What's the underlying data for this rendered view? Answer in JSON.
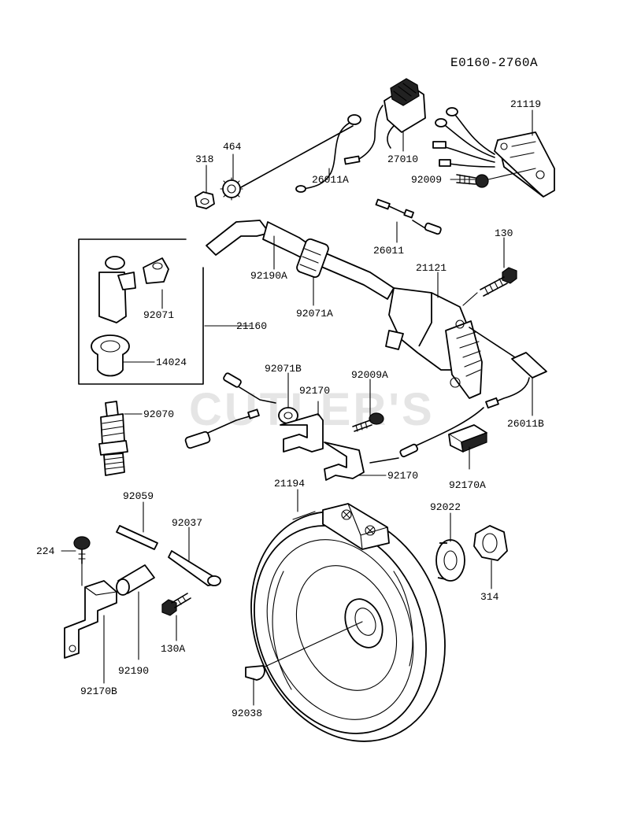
{
  "diagram_ref": "E0160-2760A",
  "watermark": "CUTLER'S",
  "parts": [
    {
      "id": "p318",
      "label": "318"
    },
    {
      "id": "p464",
      "label": "464"
    },
    {
      "id": "p26011A",
      "label": "26011A"
    },
    {
      "id": "p27010",
      "label": "27010"
    },
    {
      "id": "p21119",
      "label": "21119"
    },
    {
      "id": "p92009",
      "label": "92009"
    },
    {
      "id": "p26011",
      "label": "26011"
    },
    {
      "id": "p130",
      "label": "130"
    },
    {
      "id": "p92190A",
      "label": "92190A"
    },
    {
      "id": "p21121",
      "label": "21121"
    },
    {
      "id": "p92071",
      "label": "92071"
    },
    {
      "id": "p92071A",
      "label": "92071A"
    },
    {
      "id": "p21160",
      "label": "21160"
    },
    {
      "id": "p14024",
      "label": "14024"
    },
    {
      "id": "p92071B",
      "label": "92071B"
    },
    {
      "id": "p92170",
      "label": "92170"
    },
    {
      "id": "p92009A",
      "label": "92009A"
    },
    {
      "id": "p92070",
      "label": "92070"
    },
    {
      "id": "p26011B",
      "label": "26011B"
    },
    {
      "id": "p92170b",
      "label": "92170"
    },
    {
      "id": "p92170A",
      "label": "92170A"
    },
    {
      "id": "p21194",
      "label": "21194"
    },
    {
      "id": "p92022",
      "label": "92022"
    },
    {
      "id": "p92059",
      "label": "92059"
    },
    {
      "id": "p92037",
      "label": "92037"
    },
    {
      "id": "p224",
      "label": "224"
    },
    {
      "id": "p314",
      "label": "314"
    },
    {
      "id": "p130A",
      "label": "130A"
    },
    {
      "id": "p92190",
      "label": "92190"
    },
    {
      "id": "p92170B",
      "label": "92170B"
    },
    {
      "id": "p92038",
      "label": "92038"
    }
  ]
}
